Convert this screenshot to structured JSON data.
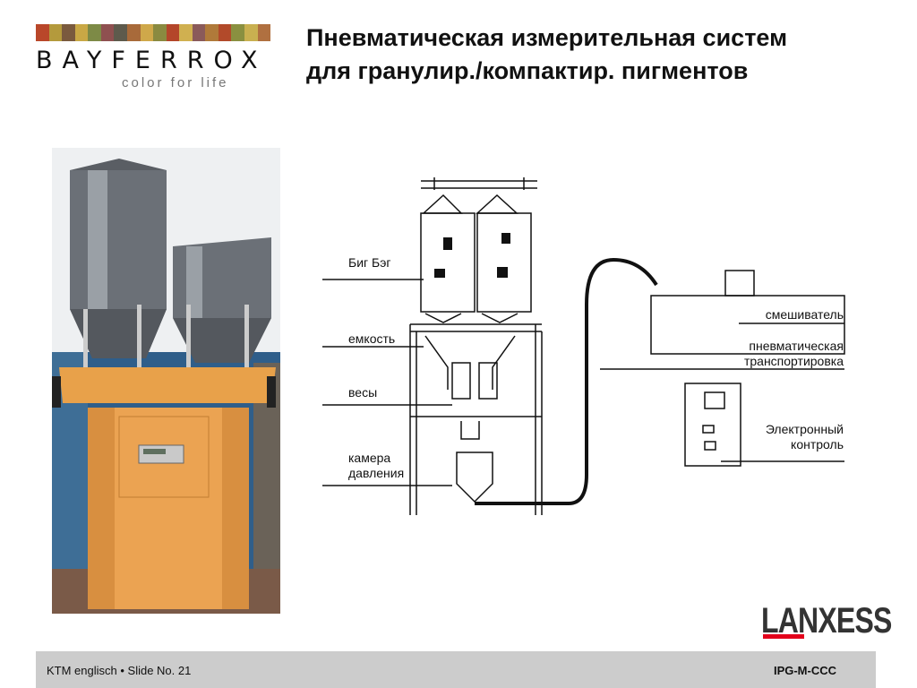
{
  "logo": {
    "brand": "BAYFERROX",
    "tagline": "color for life",
    "stripe_colors": [
      "#b9472a",
      "#b49a3c",
      "#7a5a3e",
      "#c9a845",
      "#7d8a46",
      "#8f5050",
      "#5e5a4c",
      "#a86a3a",
      "#cfa84a",
      "#8a8a40",
      "#b4462a",
      "#d0b050",
      "#8a5a5a",
      "#b07a3a",
      "#b24a2a",
      "#8a9040",
      "#c9b050",
      "#b07040"
    ]
  },
  "title": {
    "line1": "Пневматическая измерительная систем",
    "line2": "для гранулир./компактир. пигментов"
  },
  "diagram": {
    "labels": {
      "big_bag": "Биг Бэг",
      "container": "емкость",
      "scales": "весы",
      "pressure_chamber_1": "камера",
      "pressure_chamber_2": "давления",
      "mixer": "смешиватель",
      "pneumatic_1": "пневматическая",
      "pneumatic_2": "транспортировка",
      "control_1": "Электронный",
      "control_2": "контроль"
    }
  },
  "brand_logo": {
    "text": "LANXESS",
    "accent": "#e3001b"
  },
  "footer": {
    "left": "KTM englisch • Slide No. 21",
    "right": "IPG-M-CCC"
  }
}
